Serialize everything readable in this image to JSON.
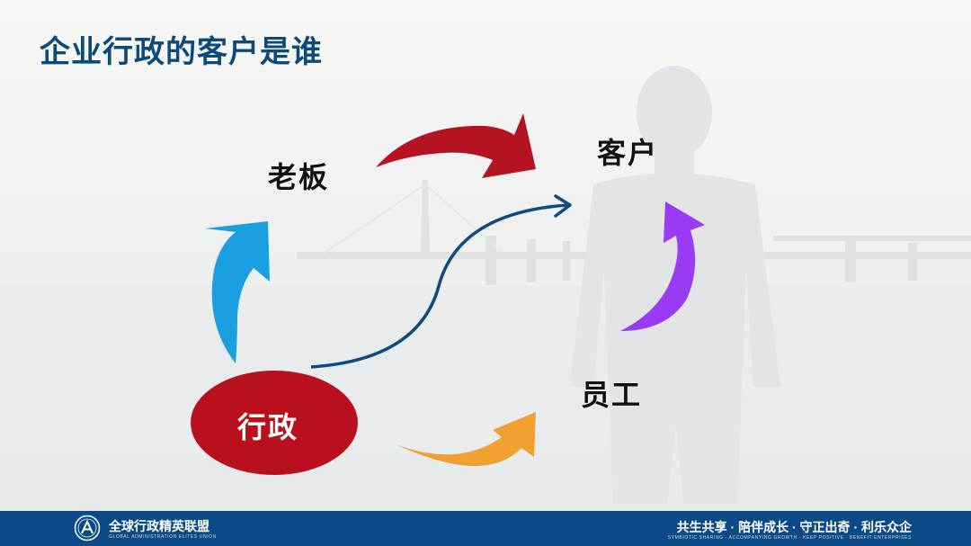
{
  "slide": {
    "title": "企业行政的客户是谁"
  },
  "nodes": {
    "boss": "老板",
    "customer": "客户",
    "admin": "行政",
    "employee": "员工"
  },
  "colors": {
    "title": "#0b4a7a",
    "admin_ellipse": "#b8101c",
    "arrow_red": "#b51222",
    "arrow_blue": "#1aa0e0",
    "arrow_purple": "#9b3cf5",
    "arrow_orange": "#f0a030",
    "curve": "#0f4a80",
    "footer": "#0b4a87"
  },
  "footer": {
    "org_name": "全球行政精英联盟",
    "org_name_en": "GLOBAL ADMINISTRATION ELITES UNION",
    "slogan": "共生共享 · 陪伴成长 · 守正出奇 · 利乐众企",
    "slogan_en": "SYMBIOTIC SHARING · ACCOMPANYING GROWTH · KEEP POSITIVE · BENEFIT ENTERPRISES"
  }
}
